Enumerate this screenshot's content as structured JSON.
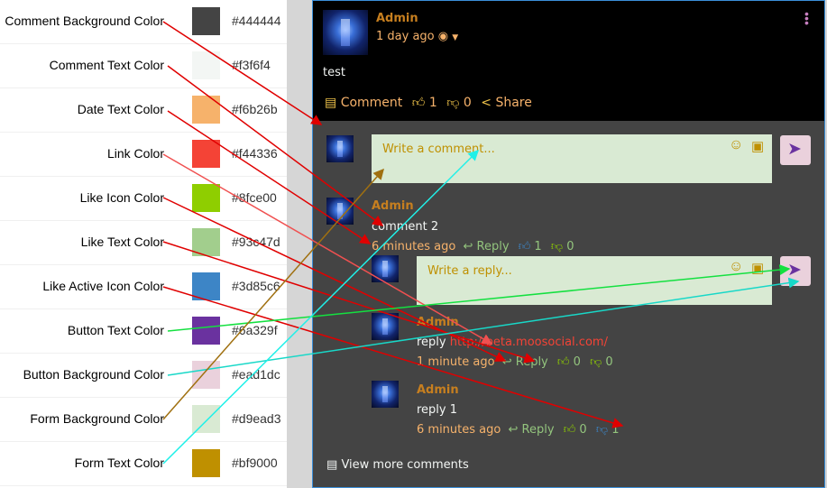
{
  "legend": [
    {
      "name": "Comment Background Color",
      "hex": "#444444",
      "swatch": "#444444"
    },
    {
      "name": "Comment Text Color",
      "hex": "#f3f6f4",
      "swatch": "#f3f6f4"
    },
    {
      "name": "Date Text Color",
      "hex": "#f6b26b",
      "swatch": "#f6b26b"
    },
    {
      "name": "Link Color",
      "hex": "#f44336",
      "swatch": "#f44336"
    },
    {
      "name": "Like Icon Color",
      "hex": "#8fce00",
      "swatch": "#8fce00"
    },
    {
      "name": "Like Text Color",
      "hex": "#93c47d",
      "swatch": "#a2ce8d"
    },
    {
      "name": "Like Active Icon Color",
      "hex": "#3d85c6",
      "swatch": "#3d85c6"
    },
    {
      "name": "Button Text Color",
      "hex": "#6a329f",
      "swatch": "#6a329f"
    },
    {
      "name": "Button Background Color",
      "hex": "#ead1dc",
      "swatch": "#ead1dc"
    },
    {
      "name": "Form Background Color",
      "hex": "#d9ead3",
      "swatch": "#d9ead3"
    },
    {
      "name": "Form Text Color",
      "hex": "#bf9000",
      "swatch": "#bf9000"
    }
  ],
  "post": {
    "author": "Admin",
    "time": "1 day ago",
    "body": "test",
    "comment_label": "Comment",
    "like_count": "1",
    "dislike_count": "0",
    "share_label": "Share"
  },
  "comment_form": {
    "placeholder": "Write a comment..."
  },
  "comment": {
    "author": "Admin",
    "text": "comment 2",
    "time": "6 minutes ago",
    "reply_label": "Reply",
    "likes": "1",
    "dislikes": "0"
  },
  "reply_form": {
    "placeholder": "Write a reply..."
  },
  "reply1": {
    "author": "Admin",
    "text_prefix": "reply",
    "link": "http://beta.moosocial.com/",
    "time": "1 minute ago",
    "reply_label": "Reply",
    "likes": "0",
    "dislikes": "0"
  },
  "reply2": {
    "author": "Admin",
    "text": "reply 1",
    "time": "6 minutes ago",
    "reply_label": "Reply",
    "likes": "0",
    "dislikes": "1"
  },
  "view_more": "View more comments"
}
